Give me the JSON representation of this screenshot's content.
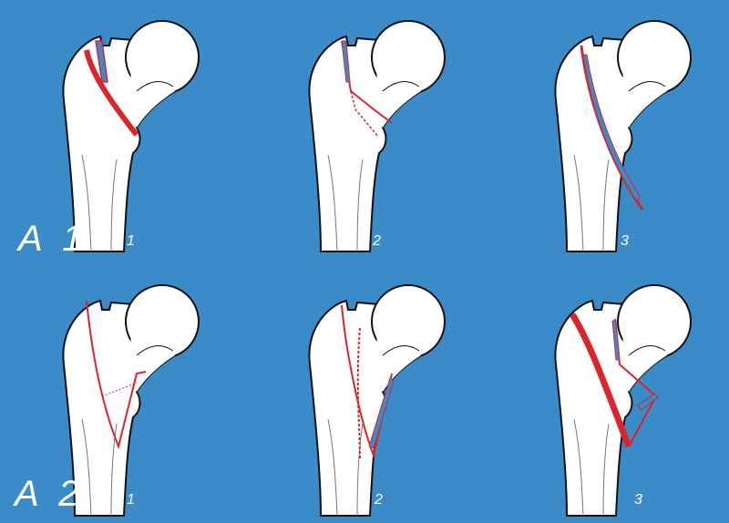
{
  "background_color": "#3a8bc8",
  "fracture_color": "#d9262b",
  "fragment_color": "#3a8bc8",
  "rows": [
    {
      "label": "A 1",
      "panels": [
        {
          "number": "1"
        },
        {
          "number": "2"
        },
        {
          "number": "3"
        }
      ]
    },
    {
      "label": "A 2",
      "panels": [
        {
          "number": "1"
        },
        {
          "number": "2"
        },
        {
          "number": "3"
        }
      ]
    }
  ]
}
